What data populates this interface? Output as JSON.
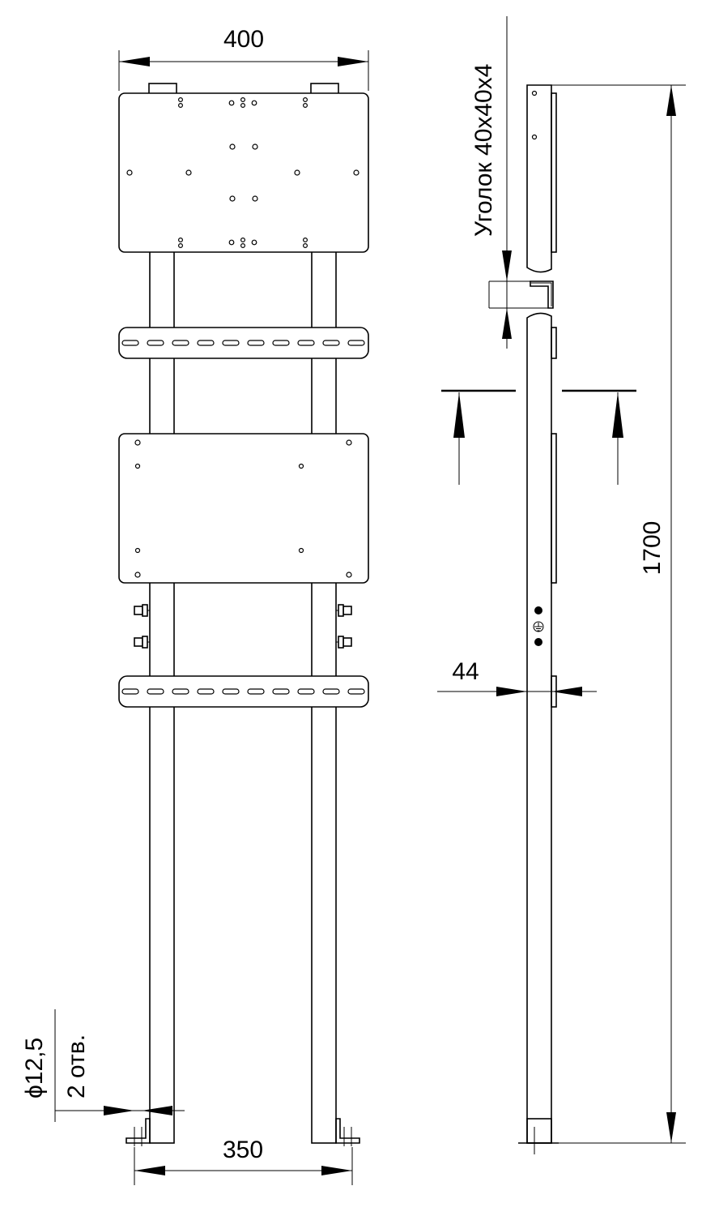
{
  "dimensions": {
    "top_width": "400",
    "bottom_width": "350",
    "height": "1700",
    "depth": "44",
    "hole_diameter": "ϕ12,5",
    "hole_count": "2 отв.",
    "angle_profile": "Уголок 40x40x4"
  },
  "icons": {
    "ground": "ground-symbol-icon"
  }
}
